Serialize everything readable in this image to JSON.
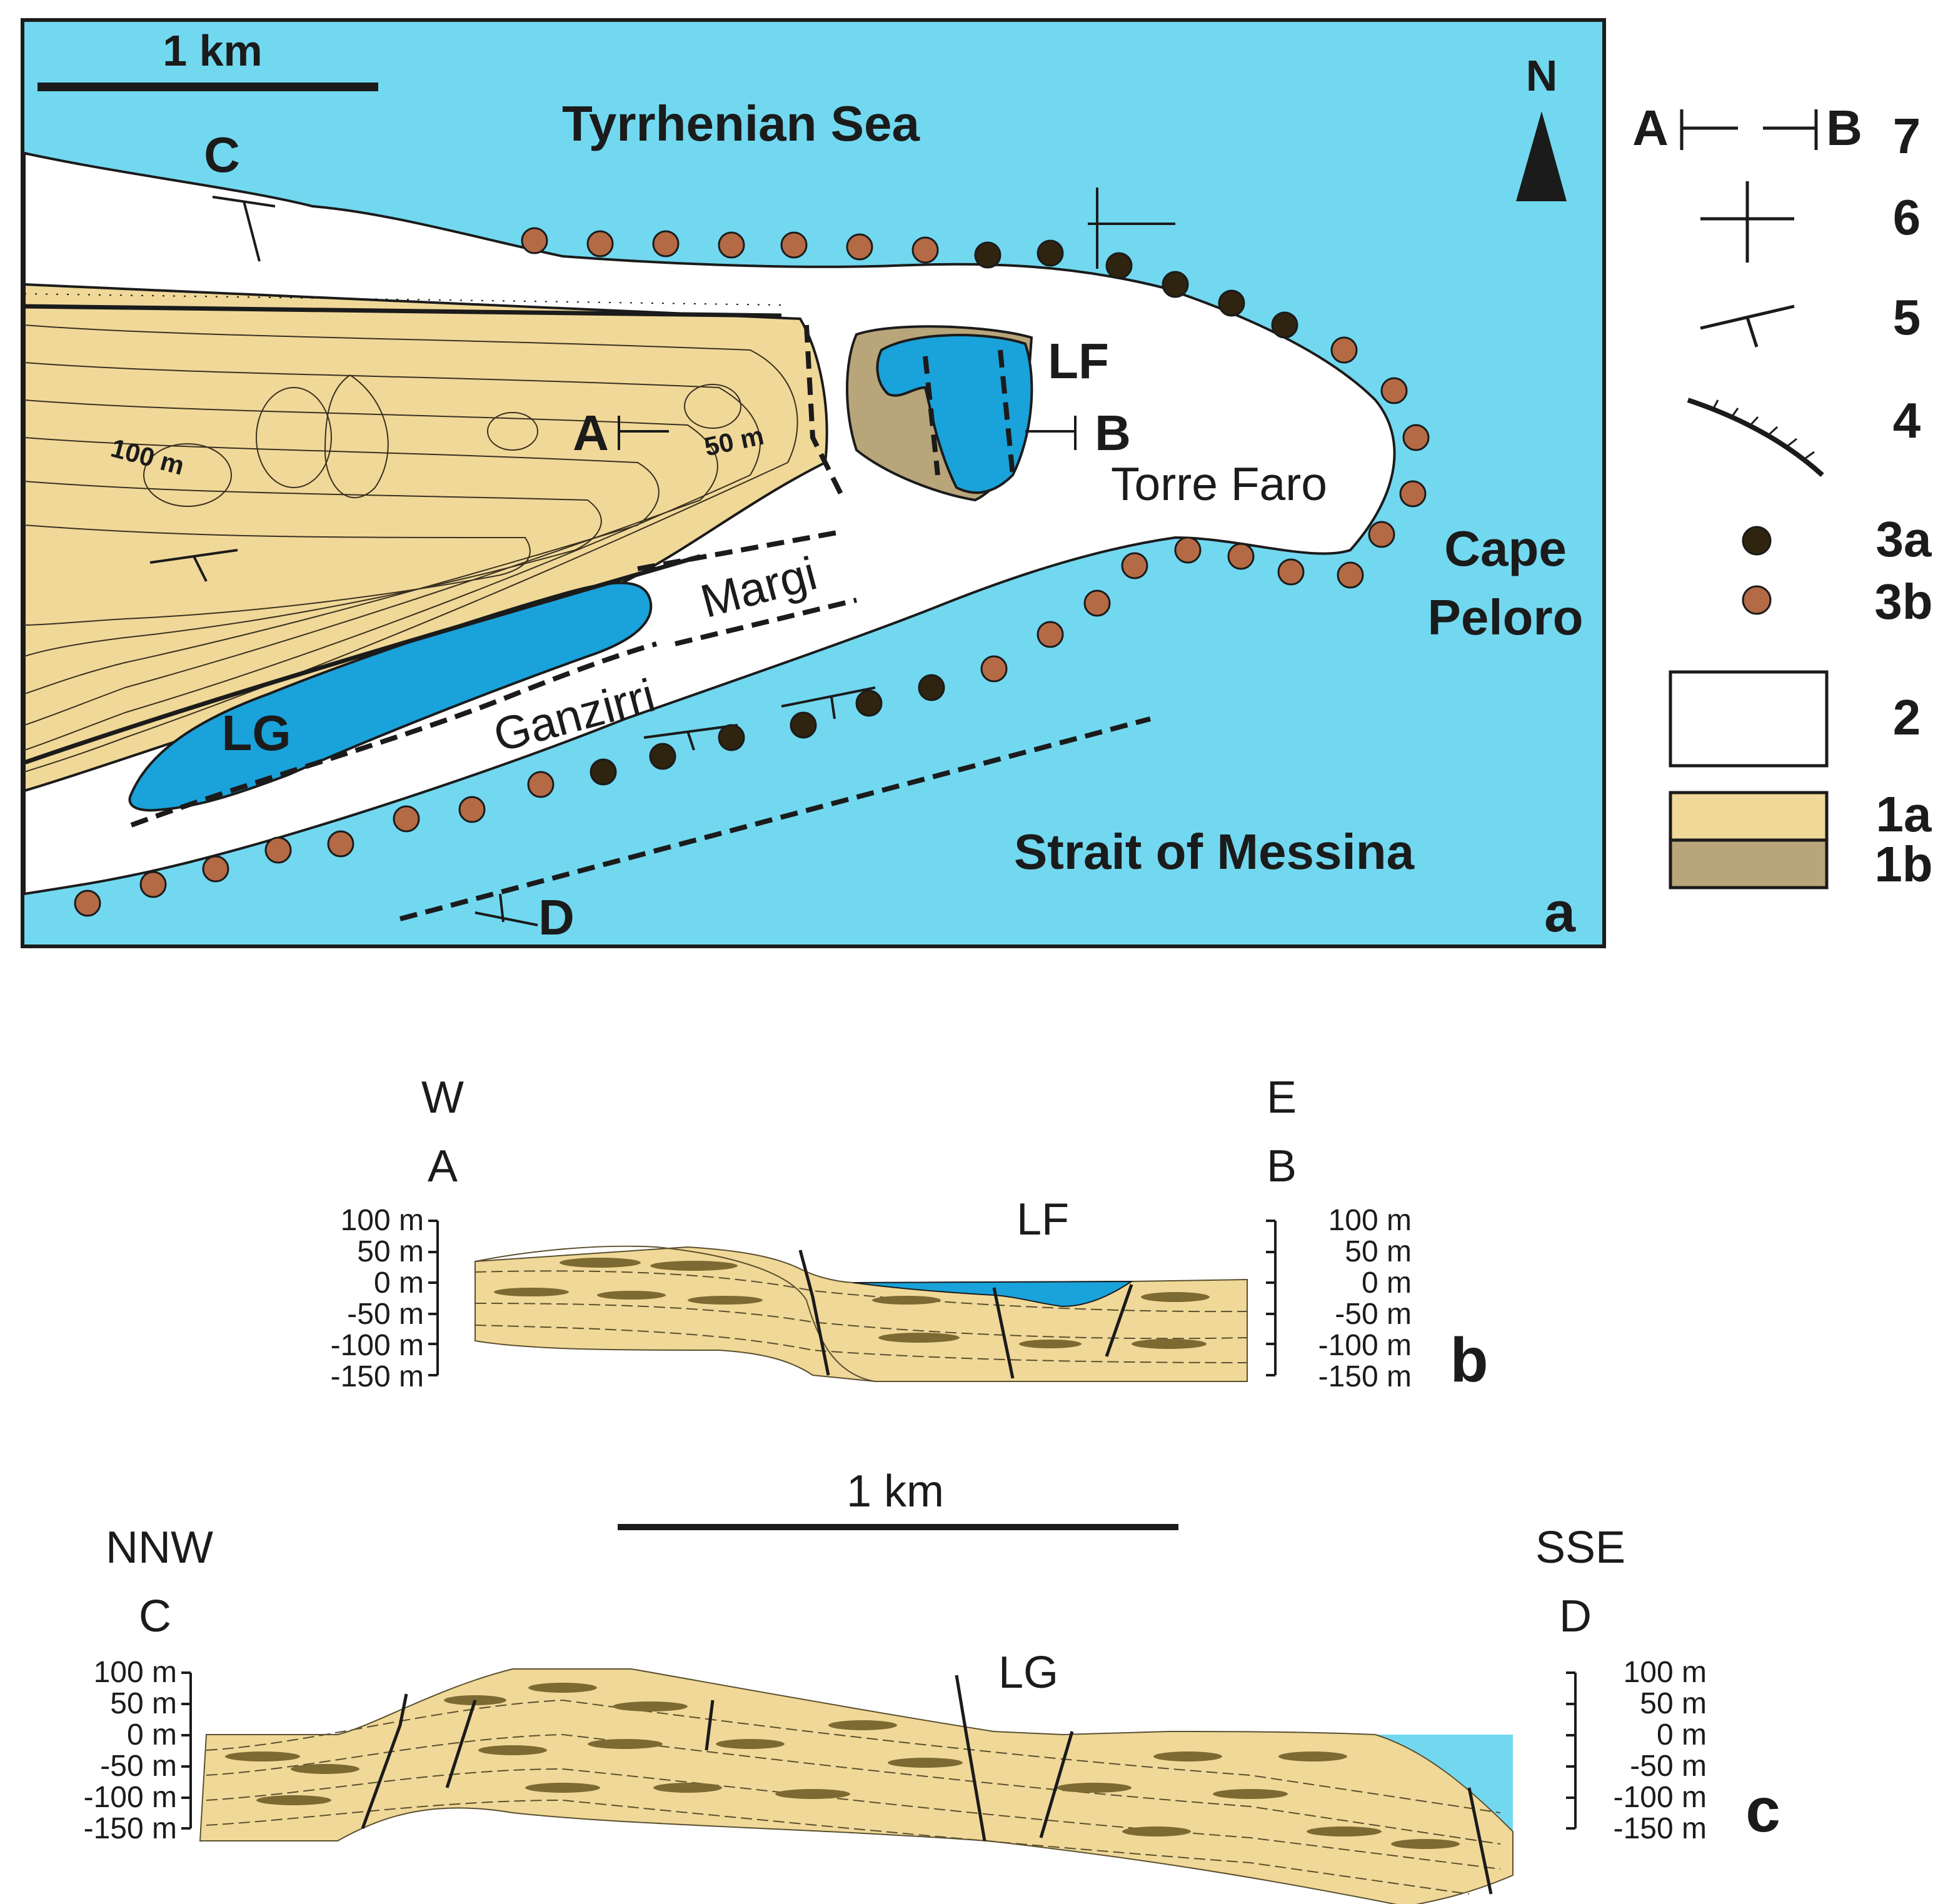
{
  "colors": {
    "sea": "#72d8f0",
    "lake": "#1aa2da",
    "unit_1a": "#f0d898",
    "unit_1b": "#b8a57a",
    "unit_2": "#ffffff",
    "shoreline_3a": "#2f2410",
    "shoreline_3b": "#b46a44",
    "line": "#1b1b1b",
    "lens": "#7c6a32"
  },
  "map": {
    "panel_letter": "a",
    "scale_label": "1 km",
    "north_label": "N",
    "sea_north": "Tyrrhenian Sea",
    "sea_south": "Strait of Messina",
    "cape_line1": "Cape",
    "cape_line2": "Peloro",
    "lake_lf": "LF",
    "lake_lg": "LG",
    "town_torre_faro": "Torre Faro",
    "town_margi": "Margi",
    "town_ganzirri": "Ganzirri",
    "section_a": "A",
    "section_b": "B",
    "section_c": "C",
    "section_d": "D",
    "contour_100": "100 m",
    "contour_50": "50 m"
  },
  "legend": {
    "items": [
      {
        "key": "7",
        "a": "A",
        "b": "B"
      },
      {
        "key": "6"
      },
      {
        "key": "5"
      },
      {
        "key": "4"
      },
      {
        "key": "3a"
      },
      {
        "key": "3b"
      },
      {
        "key": "2"
      },
      {
        "key": "1a"
      },
      {
        "key": "1b"
      }
    ]
  },
  "section_b": {
    "panel_letter": "b",
    "left_dir": "W",
    "left_point": "A",
    "right_dir": "E",
    "right_point": "B",
    "lake_label": "LF",
    "ticks": [
      "100 m",
      "50 m",
      "0 m",
      "-50 m",
      "-100 m",
      "-150 m"
    ]
  },
  "section_c": {
    "panel_letter": "c",
    "left_dir": "NNW",
    "left_point": "C",
    "right_dir": "SSE",
    "right_point": "D",
    "lake_label": "LG",
    "scale_label": "1 km",
    "ticks": [
      "100 m",
      "50 m",
      "0 m",
      "-50 m",
      "-100 m",
      "-150 m"
    ]
  }
}
